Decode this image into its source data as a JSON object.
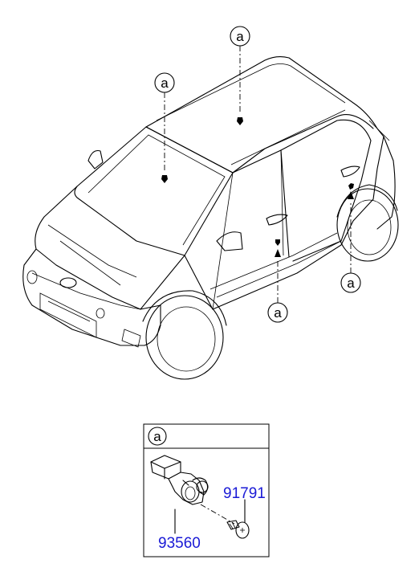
{
  "callouts": {
    "roof": "a",
    "windshield": "a",
    "rear_door": "a",
    "front_door": "a",
    "detail_header": "a"
  },
  "parts": [
    {
      "number": "93560"
    },
    {
      "number": "91791"
    }
  ],
  "colors": {
    "part_number": "#1a1ad6",
    "line": "#000000",
    "background": "#ffffff"
  }
}
